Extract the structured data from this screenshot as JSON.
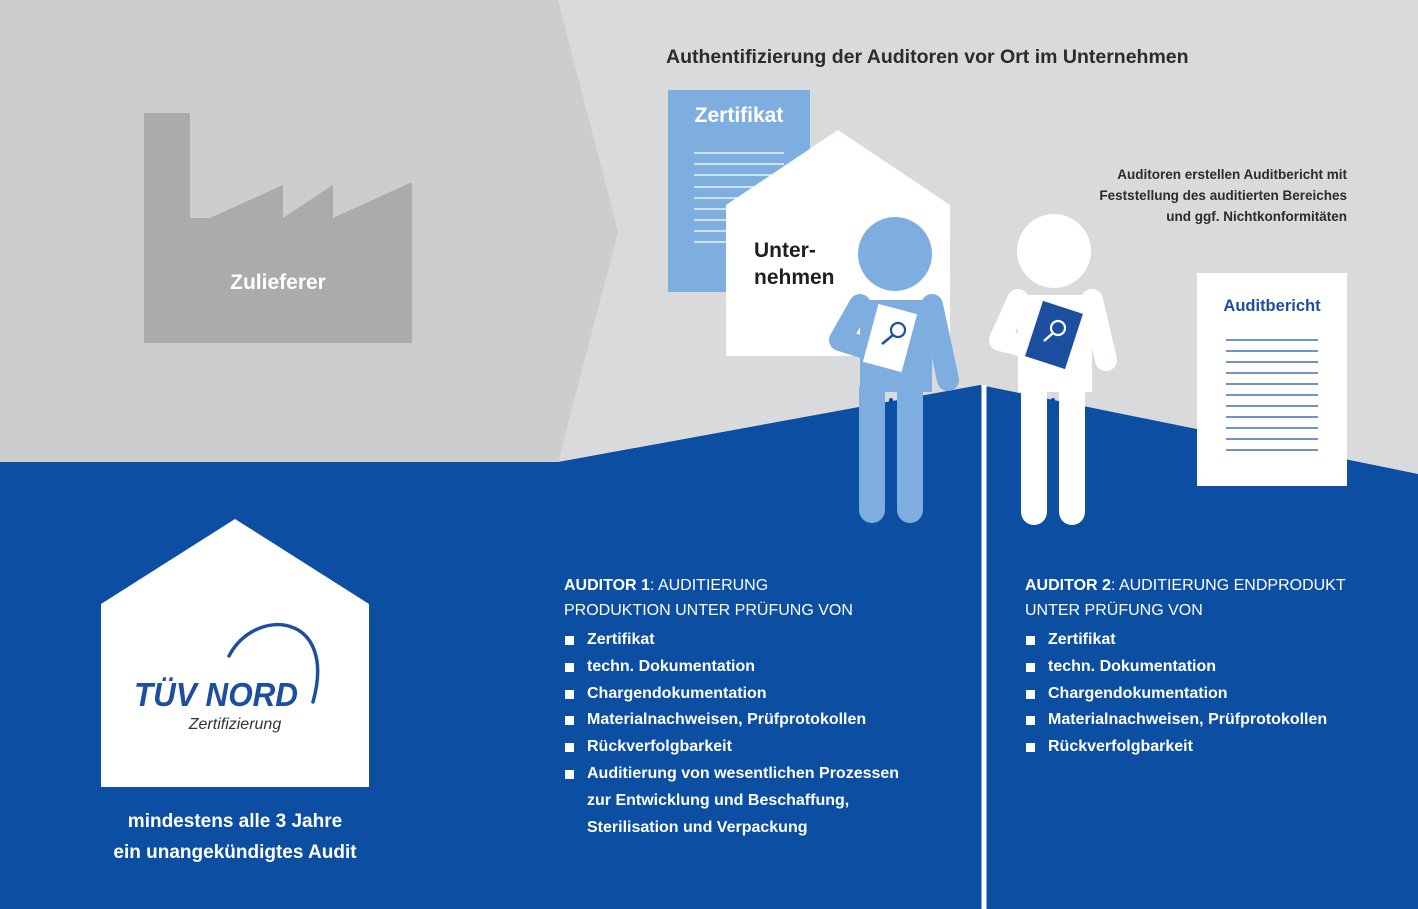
{
  "heading": "Authentifizierung der Auditoren vor Ort im Unternehmen",
  "note_lines": [
    "Auditoren erstellen Auditbericht mit",
    "Feststellung des auditierten Bereiches",
    "und ggf. Nichtkonformitäten"
  ],
  "zulieferer": "Zulieferer",
  "zertifikat": "Zertifikat",
  "unternehmen_lines": [
    "Unter-",
    "nehmen"
  ],
  "auditbericht": "Auditbericht",
  "tuv": {
    "logo_text": "TÜV NORD",
    "subtitle": "Zertifizierung"
  },
  "frequency_lines": [
    "mindestens alle 3 Jahre",
    "ein unangekündigtes Audit"
  ],
  "auditor1": {
    "label": "AUDITOR 1",
    "title_rest": ": AUDITIERUNG",
    "title_line2": "PRODUKTION UNTER PRÜFUNG VON",
    "items": [
      "Zertifikat",
      "techn. Dokumentation",
      "Chargendokumentation",
      "Materialnachweisen, Prüfprotokollen",
      "Rückverfolgbarkeit"
    ],
    "item_multiline": [
      "Auditierung von wesentlichen Prozessen",
      "zur Entwicklung und  Beschaffung,",
      "Sterilisation und Verpackung"
    ]
  },
  "auditor2": {
    "label": "AUDITOR 2",
    "title_rest": ": AUDITIERUNG ENDPRODUKT",
    "title_line2": "UNTER PRÜFUNG VON",
    "items": [
      "Zertifikat",
      "techn. Dokumentation",
      "Chargendokumentation",
      "Materialnachweisen, Prüfprotokollen",
      "Rückverfolgbarkeit"
    ]
  },
  "colors": {
    "grey_light": "#d9dadb",
    "grey_dark": "#cccdce",
    "factory": "#aaabad",
    "navy": "#0c4ea1",
    "light_blue": "#7eaee0",
    "brand_blue": "#1d4fa0"
  }
}
